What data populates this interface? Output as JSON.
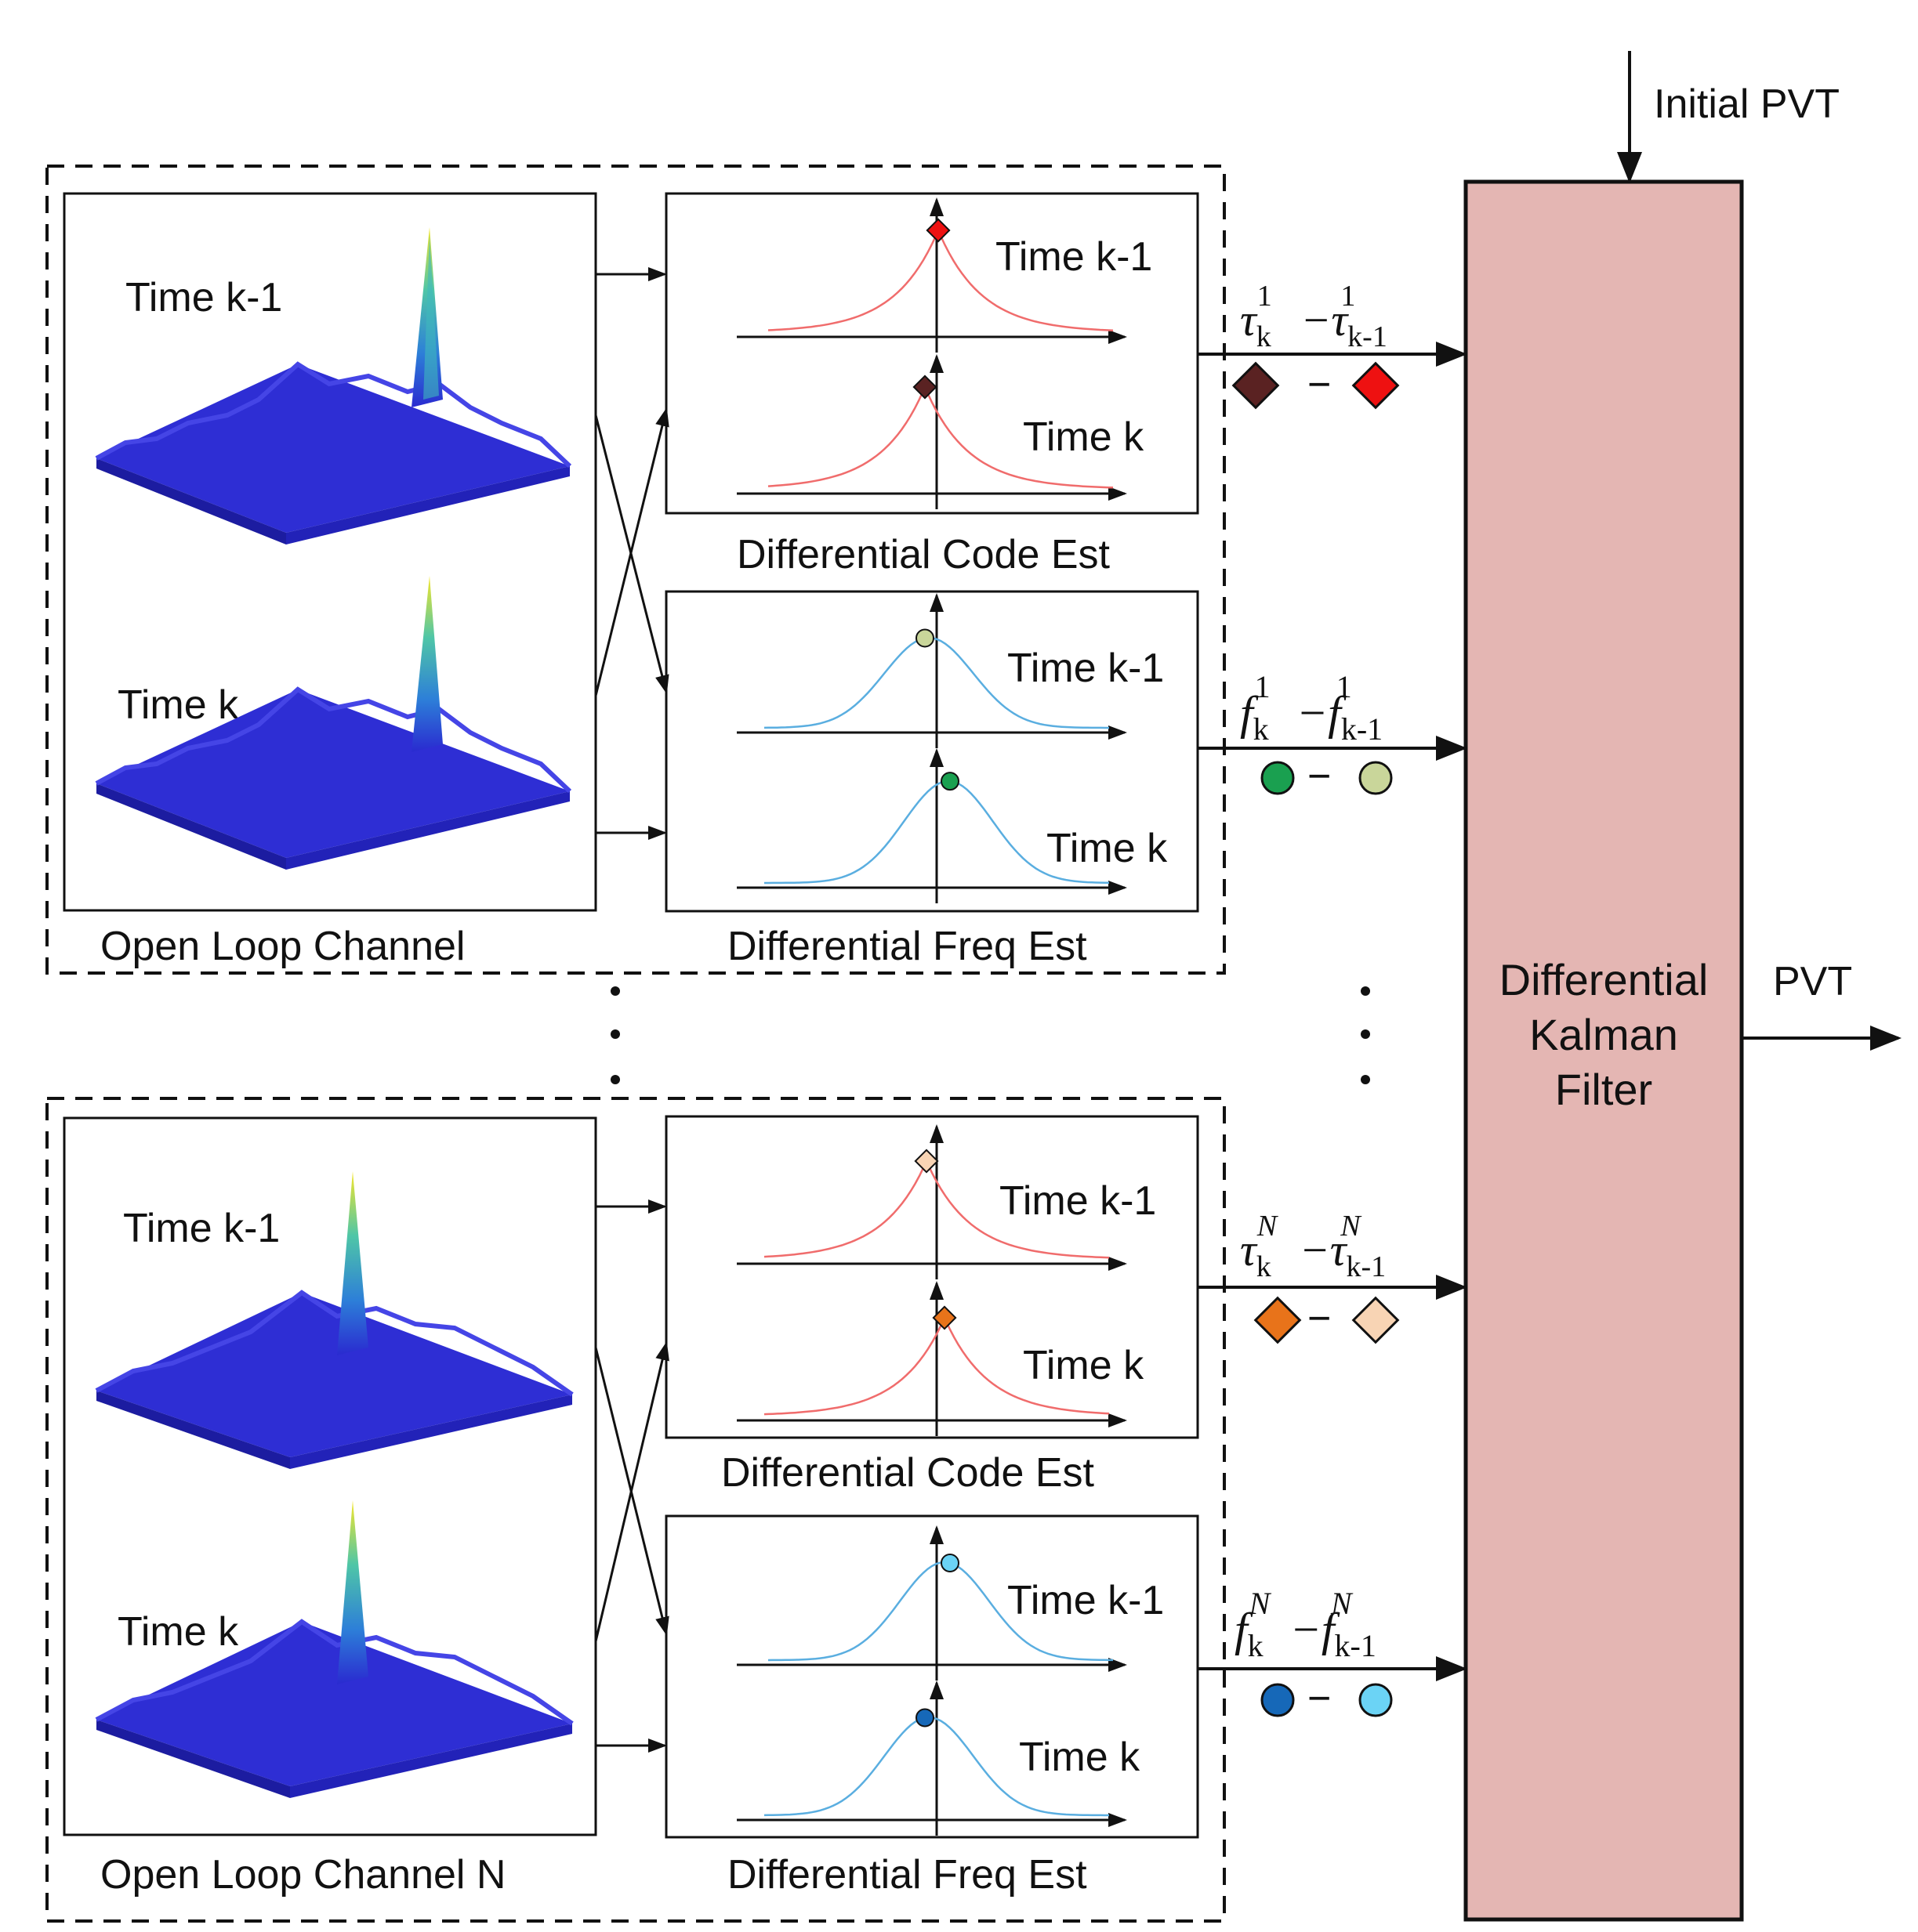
{
  "inputs": {
    "initial_label": "Initial PVT"
  },
  "outputs": {
    "pvt_label": "PVT"
  },
  "kalman": {
    "line1": "Differential",
    "line2": "Kalman",
    "line3": "Filter",
    "fill": "#e4b6b3"
  },
  "channel1": {
    "panel_label": "Open Loop Channel",
    "time_prev": "Time k-1",
    "time_curr": "Time k",
    "code_est": {
      "caption": "Differential Code Est",
      "time_prev": "Time k-1",
      "time_curr": "Time k",
      "marker_prev_color": "#ee1111",
      "marker_curr_color": "#5a2222"
    },
    "freq_est": {
      "caption": "Differential Freq Est",
      "time_prev": "Time k-1",
      "time_curr": "Time k",
      "marker_prev_color": "#c9d69a",
      "marker_curr_color": "#1aa050"
    },
    "code_symbol": {
      "base": "τ",
      "sub_curr": "k",
      "sub_prev": "k-1",
      "sup": "1"
    },
    "freq_symbol": {
      "base": "f",
      "sub_curr": "k",
      "sub_prev": "k-1",
      "sup": "1"
    }
  },
  "channelN": {
    "panel_label": "Open Loop Channel N",
    "time_prev": "Time k-1",
    "time_curr": "Time k",
    "code_est": {
      "caption": "Differential Code Est",
      "time_prev": "Time k-1",
      "time_curr": "Time k",
      "marker_prev_color": "#f8d4b4",
      "marker_curr_color": "#e8731a"
    },
    "freq_est": {
      "caption": "Differential Freq Est",
      "time_prev": "Time k-1",
      "time_curr": "Time k",
      "marker_prev_color": "#6bd3f5",
      "marker_curr_color": "#1668b8"
    },
    "code_symbol": {
      "base": "τ",
      "sub_curr": "k",
      "sub_prev": "k-1",
      "sup": "N"
    },
    "freq_symbol": {
      "base": "f",
      "sub_curr": "k",
      "sub_prev": "k-1",
      "sup": "N"
    }
  },
  "minus_sign": "−",
  "colors": {
    "code_curve": "#f06c6c",
    "freq_curve": "#5aaee0",
    "surface_base": "#2a2ad0"
  }
}
